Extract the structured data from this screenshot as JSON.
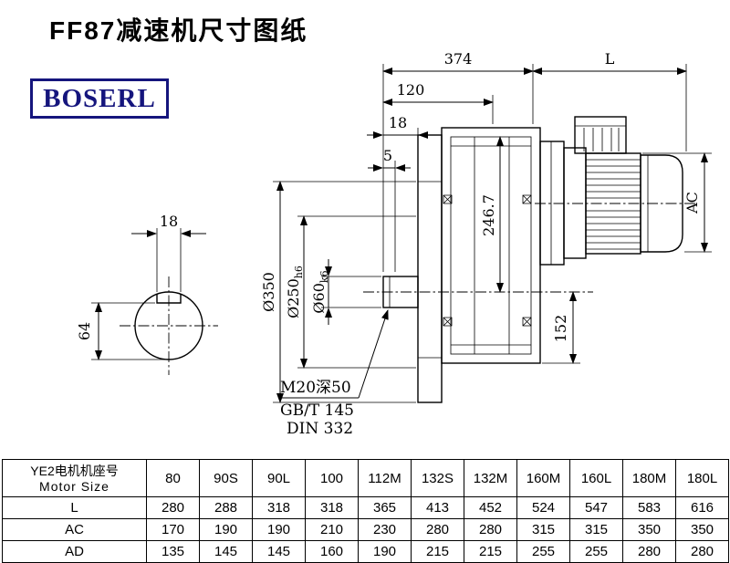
{
  "title": "FF87减速机尺寸图纸",
  "logo": "BOSERL",
  "drawing": {
    "dims": {
      "total_374": "374",
      "motor_L": "L",
      "d120": "120",
      "d18": "18",
      "d5": "5",
      "d246_7": "246.7",
      "ac": "AC",
      "dia350": "Ø350",
      "dia250": "Ø250",
      "dia250_tol": "h6",
      "dia60": "Ø60",
      "dia60_tol": "k6",
      "d152": "152",
      "key_w18": "18",
      "key_h64": "64"
    },
    "notes": {
      "tap": "M20深50",
      "gb": "GB/T 145",
      "din": "DIN 332"
    }
  },
  "table": {
    "header_cn": "YE2电机机座号",
    "header_en": "Motor Size",
    "columns": [
      "80",
      "90S",
      "90L",
      "100",
      "112M",
      "132S",
      "132M",
      "160M",
      "160L",
      "180M",
      "180L"
    ],
    "rows": [
      {
        "label": "L",
        "values": [
          "280",
          "288",
          "318",
          "318",
          "365",
          "413",
          "452",
          "524",
          "547",
          "583",
          "616"
        ]
      },
      {
        "label": "AC",
        "values": [
          "170",
          "190",
          "190",
          "210",
          "230",
          "280",
          "280",
          "315",
          "315",
          "350",
          "350"
        ]
      },
      {
        "label": "AD",
        "values": [
          "135",
          "145",
          "145",
          "160",
          "190",
          "215",
          "215",
          "255",
          "255",
          "280",
          "280"
        ]
      }
    ]
  }
}
